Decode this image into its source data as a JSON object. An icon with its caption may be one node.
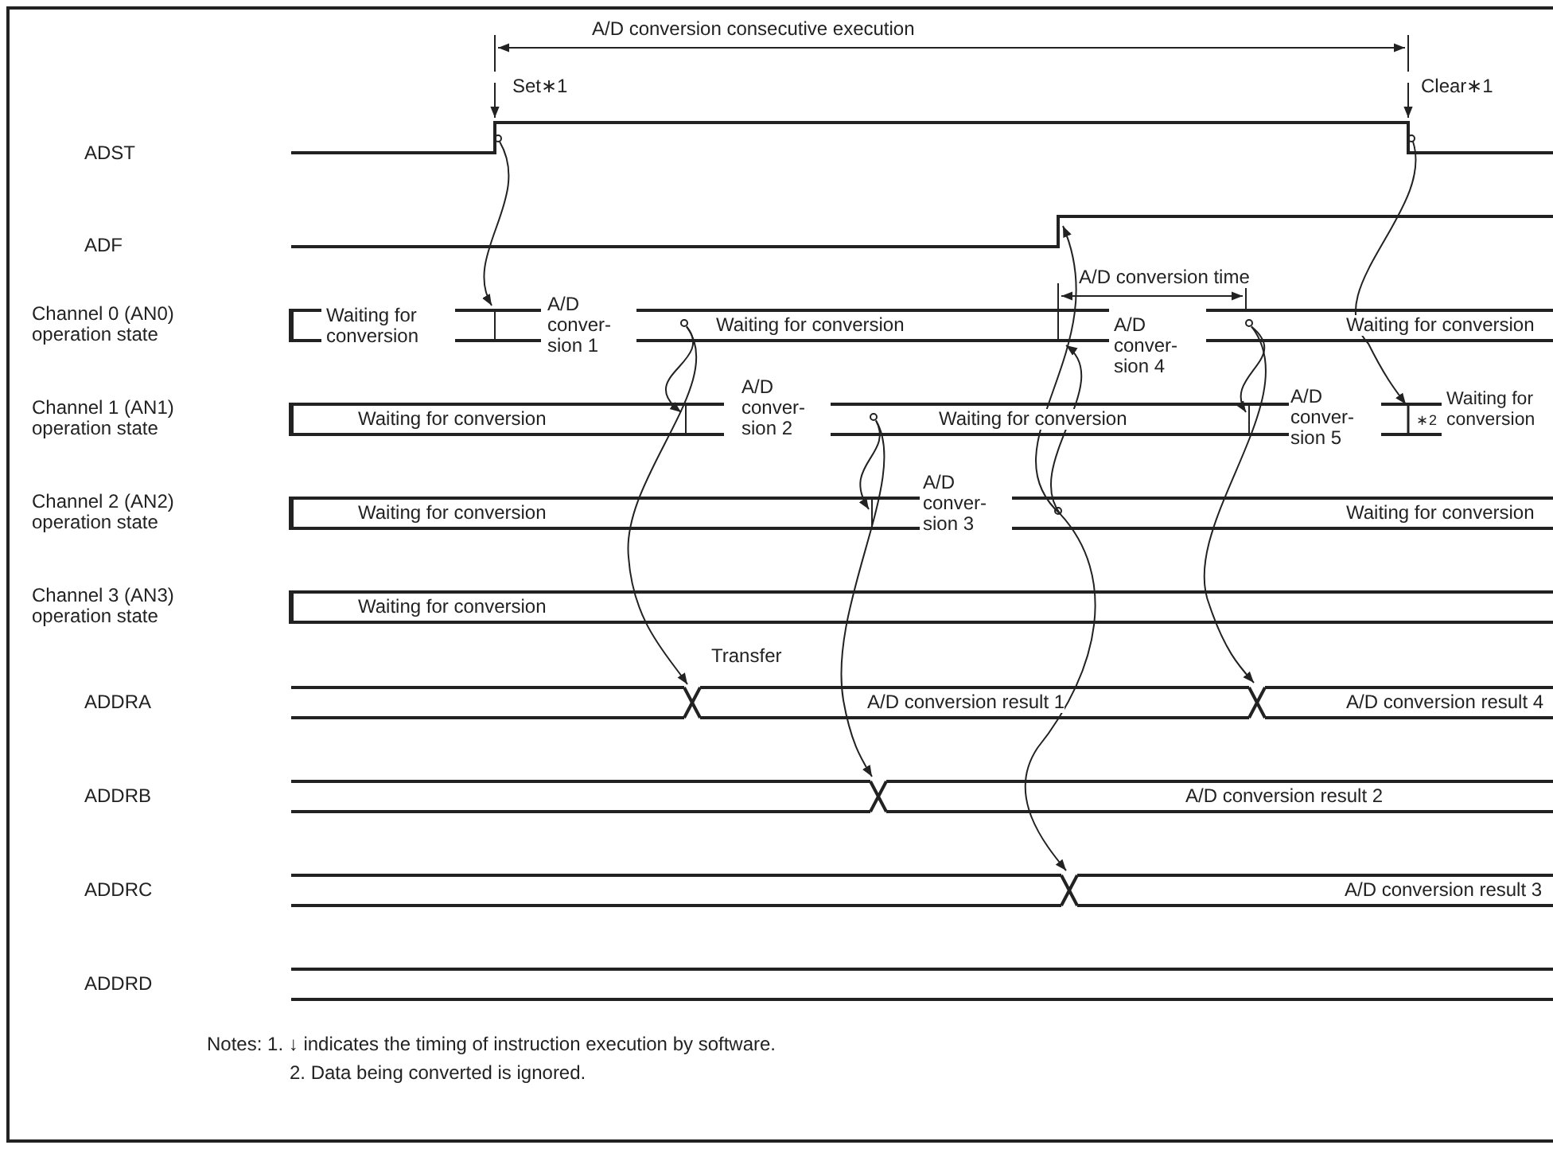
{
  "diagram": {
    "nodes": [
      {
        "text": [],
        "shape": "line"
      },
      {
        "text": [],
        "shape": "circle"
      },
      {
        "text": [],
        "shape": "circle"
      },
      {
        "text": [],
        "shape": "circle"
      },
      {
        "text": [],
        "shape": "circle"
      },
      {
        "text": [],
        "shape": "bar",
        "beside": [
          "∗2"
        ]
      }
    ],
    "edges": [
      {
        "from": 0,
        "to": null,
        "arrow": "to"
      },
      {
        "from": 1,
        "to": null,
        "arrow": "to"
      },
      {
        "from": 1,
        "to": null,
        "arrow": "to"
      },
      {
        "from": 2,
        "to": null,
        "arrow": "to"
      },
      {
        "from": 2,
        "to": null,
        "arrow": "to"
      },
      {
        "from": 3,
        "to": null,
        "arrow": "to"
      },
      {
        "from": 3,
        "to": null,
        "arrow": "to"
      },
      {
        "from": 3,
        "to": null,
        "arrow": "to"
      },
      {
        "from": 4,
        "to": null,
        "arrow": "to"
      },
      {
        "from": 4,
        "to": null,
        "arrow": "to"
      },
      {
        "from": 0,
        "to": 5,
        "arrow": "to"
      }
    ],
    "labels": [
      "A/D conversion consecutive execution",
      "Set∗1",
      "Clear∗1",
      "ADST",
      "ADF",
      "A/D conversion time",
      "Channel 0 (AN0) operation state",
      "Waiting for conversion",
      "A/D conver- sion 1",
      "Waiting for conversion",
      "A/D conver- sion 4",
      "Waiting for conversion",
      "Channel 1 (AN1) operation state",
      "Waiting for conversion",
      "A/D conver- sion 2",
      "Waiting for conversion",
      "A/D conver- sion 5",
      "Waiting for conversion",
      "Channel 2 (AN2) operation state",
      "Waiting for conversion",
      "A/D conver- sion 3",
      "Waiting for conversion",
      "Channel 3 (AN3) operation state",
      "Waiting for conversion",
      "Transfer",
      "ADDRA",
      "A/D conversion result 1",
      "A/D conversion result 4",
      "ADDRB",
      "A/D conversion result 2",
      "ADDRC",
      "A/D conversion result 3",
      "ADDRD",
      "Notes: 1. ↓ indicates the timing of instruction execution by software.",
      "2. Data being converted is ignored."
    ]
  }
}
